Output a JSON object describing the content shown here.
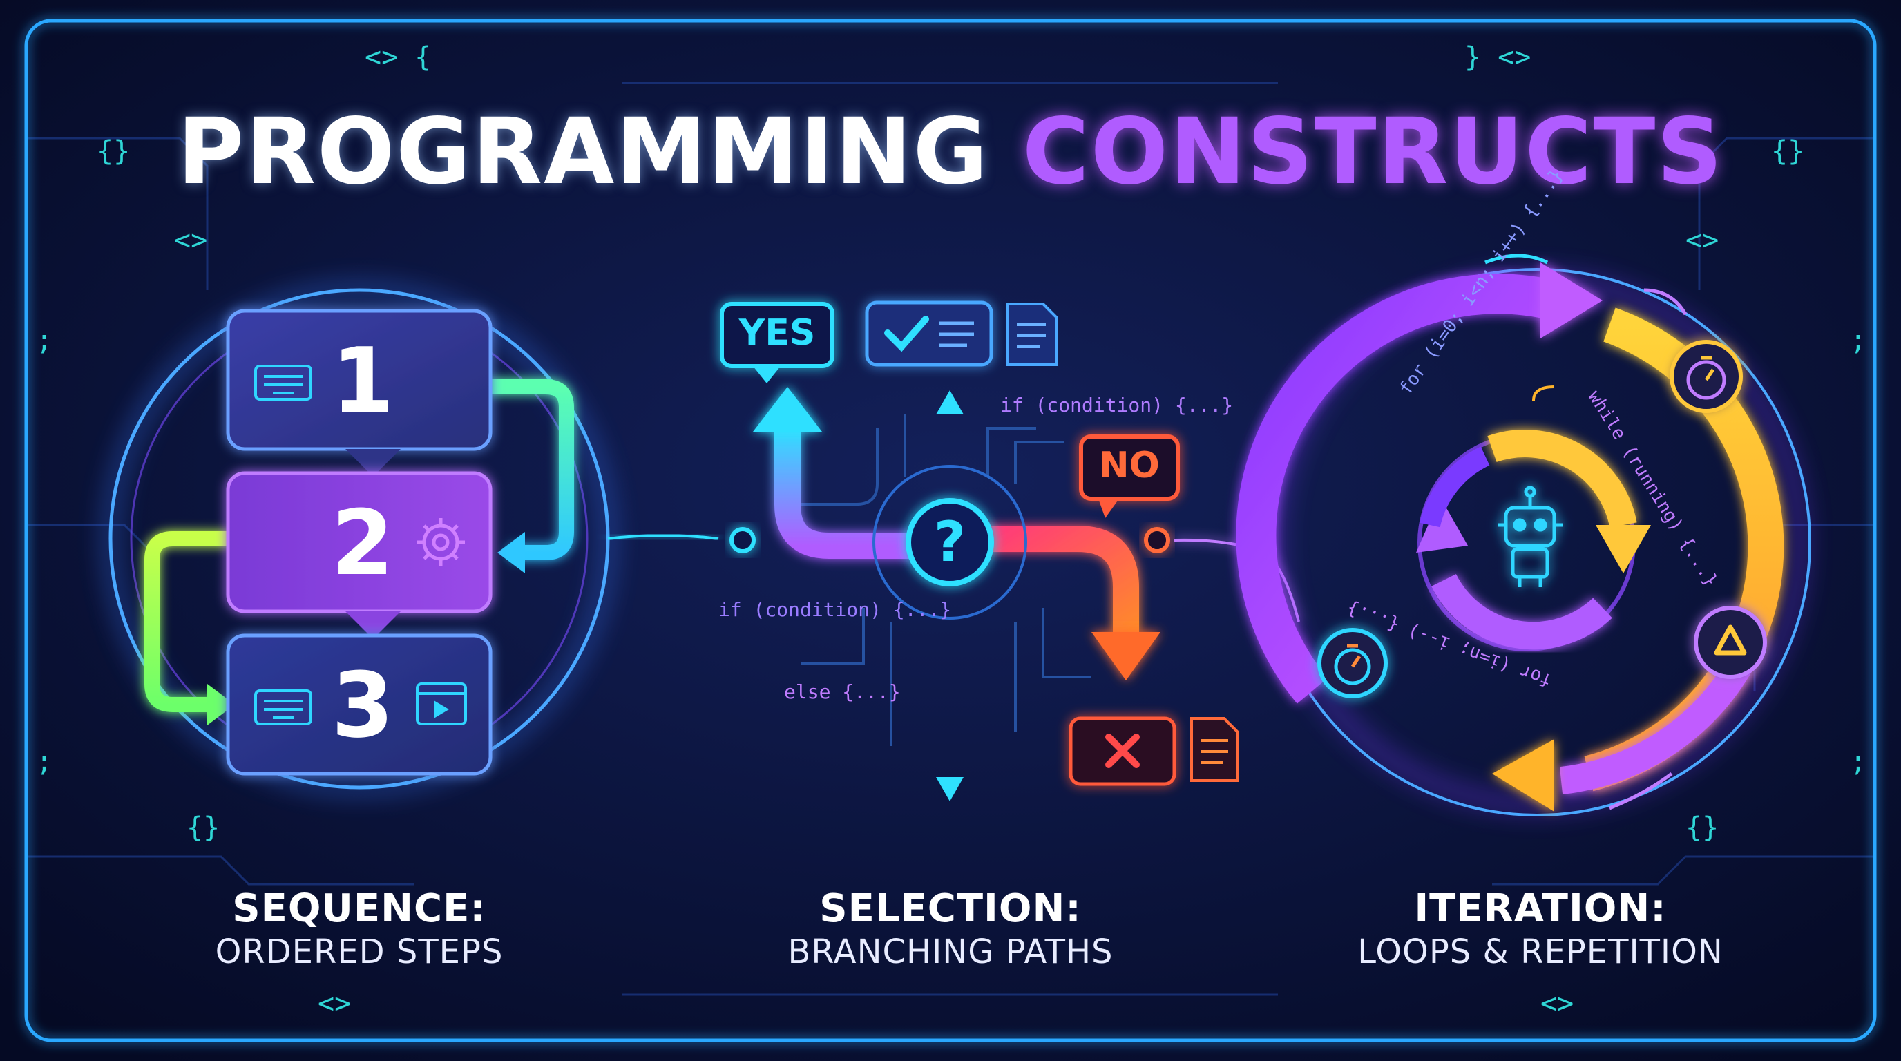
{
  "title": {
    "word1": "PROGRAMMING",
    "word2": "CONSTRUCTS"
  },
  "sections": [
    {
      "heading": "SEQUENCE:",
      "subtitle": "ORDERED STEPS",
      "steps": [
        "1",
        "2",
        "3"
      ]
    },
    {
      "heading": "SELECTION:",
      "subtitle": "BRANCHING PATHS",
      "yes": "YES",
      "no": "NO",
      "decision": "?",
      "code": [
        "if (condition) {...}",
        "if (condition) {...}",
        "else {...}"
      ]
    },
    {
      "heading": "ITERATION:",
      "subtitle": "LOOPS & REPETITION",
      "code": [
        "for (i=0; i<n; i++) {...}",
        "while (running) {...}",
        "for (i=n; i--) {...}"
      ]
    }
  ],
  "decor": {
    "angle": "<>",
    "braces": "{}",
    "semi": ";",
    "angle_brace_l": "<> {",
    "angle_brace_r": "} <>"
  },
  "colors": {
    "bg": "#070d2e",
    "cyan": "#2fe0ff",
    "purple": "#b05cff",
    "green": "#5cff9a",
    "orange": "#ff6a3a",
    "yellow": "#ffc83a"
  },
  "icons": [
    "keyboard-icon",
    "gear-icon",
    "play-window-icon",
    "checklist-icon",
    "document-icon",
    "close-icon",
    "robot-icon",
    "stopwatch-icon",
    "recycle-icon"
  ]
}
